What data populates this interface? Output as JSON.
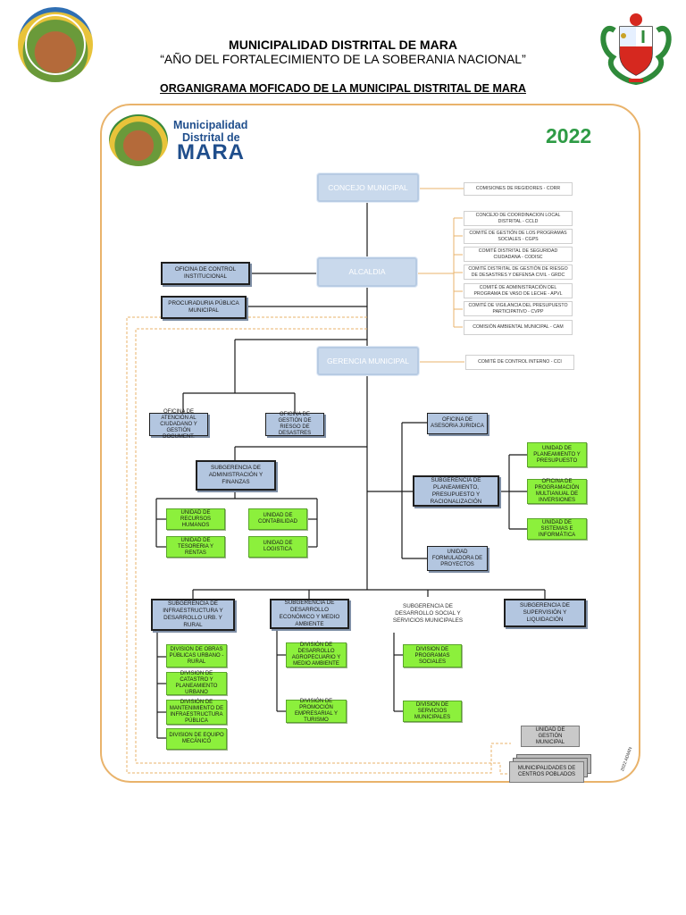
{
  "header": {
    "title": "MUNICIPALIDAD DISTRITAL DE MARA",
    "motto": "“AÑO DEL FORTALECIMIENTO DE LA SOBERANIA NACIONAL”",
    "chart_title": "ORGANIGRAMA MOFICADO DE LA MUNICIPAL DISTRITAL DE MARA"
  },
  "brand": {
    "line1": "Municipalidad",
    "line2": "Distrital de",
    "line3": "MARA",
    "year": "2022"
  },
  "colors": {
    "frame": "#e9b36b",
    "green_box": "#8cf03c",
    "blue_box": "#b3c6e0",
    "brand": "#1f4e8c",
    "year": "#2e9b45"
  },
  "nodes": {
    "concejo": "CONCEJO MUNICIPAL",
    "alcaldia": "ALCALDIA",
    "gerencia": "GERENCIA MUNICIPAL",
    "comisiones": "COMISIONES DE REGIDORES - CORR",
    "cclld": "CONCEJO DE COORDINACION LOCAL DISTRITAL - CCLD",
    "cgps": "COMITÉ DE GESTIÓN DE LOS PROGRAMAS SOCIALES - CGPS",
    "codisec": "COMITÉ DISTRITAL DE SEGURIDAD CIUDADANA - CODISC",
    "grd": "COMITÉ DISTRITAL DE GESTIÓN DE RIESGO DE DESASTRES Y DEFENSA CIVIL - GRDC",
    "apvl": "COMITÉ DE ADMINISTRACIÓN DEL PROGRAMA DE VASO DE LECHE - APVL",
    "cvpp": "COMITÉ DE VIGILANCIA DEL PRESUPUESTO PARTICIPATIVO - CVPP",
    "cam": "COMISIÓN AMBIENTAL MUNICIPAL - CAM",
    "oci": "OFICINA DE CONTROL INSTITUCIONAL",
    "procuraduria": "PROCURADURIA PÚBLICA MUNICIPAL",
    "cci": "COMITÉ DE CONTROL INTERNO - CCI",
    "atencion": "OFICINA DE ATENCIÓN AL CIUDADANO Y GESTIÓN DOCUMENT.",
    "riesgo": "OFICINA DE GESTIÓN DE RIESGO DE DESASTRES",
    "admin": "SUBGERENCIA DE ADMINISTRACIÓN Y FINANZAS",
    "rrhh": "UNIDAD DE RECURSOS HUMANOS",
    "contabilidad": "UNIDAD DE CONTABILIDAD",
    "tesoreria": "UNIDAD DE TESORERIA Y RENTAS",
    "logistica": "UNIDAD DE LOGISTICA",
    "asesoria": "OFICINA DE ASESORIA JURIDICA",
    "planeamiento": "SUBGERENCIA DE PLANEAMIENTO, PRESUPUESTO Y RACIONALIZACIÓN",
    "u_planeamiento": "UNIDAD DE PLANEAMIENTO Y PRESUPUESTO",
    "programacion": "OFICINA DE PROGRAMACIÓN MULTIANUAL DE INVERSIONES",
    "sistemas": "UNIDAD DE SISTEMAS E INFORMÁTICA",
    "formuladora": "UNIDAD FORMULADORA DE PROYECTOS",
    "infraestructura": "SUBGERENCIA DE INFRAESTRUCTURA Y DESARROLLO URB. Y RURAL",
    "economico": "SUBGERENCIA DE DESARROLLO ECONÓMICO Y MEDIO AMBIENTE",
    "social": "SUBGERENCIA DE DESARROLLO SOCIAL Y SERVICIOS MUNICIPALES",
    "supervision": "SUBGERENCIA DE SUPERVISIÓN Y LIQUIDACIÓN",
    "obras": "DIVISION DE OBRAS PÚBLICAS URBANO - RURAL",
    "catastro": "DIVISION DE CATASTRO Y PLANEAMIENTO URBANO",
    "mantenimiento": "DIVISIÓN DE MANTENIMIENTO DE INFRAESTRUCTURA PÚBLICA",
    "equipo": "DIVISION DE EQUIPO MECÁNICO",
    "agropecuario": "DIVISIÓN DE DESARROLLO AGROPECUARIO Y MEDIO AMBIENTE",
    "turismo": "DIVISIÓN DE PROMOCIÓN EMPRESARIAL Y TURISMO",
    "programas_soc": "DIVISION DE PROGRAMAS SOCIALES",
    "servicios": "DIVISION DE SERVICIOS MUNICIPALES",
    "ugm": "UNIDAD DE GESTIÓN MUNICIPAL",
    "centros": "MUNICIPALIDADES DE CENTROS POBLADOS"
  },
  "stamp": "2022 ADMIN"
}
